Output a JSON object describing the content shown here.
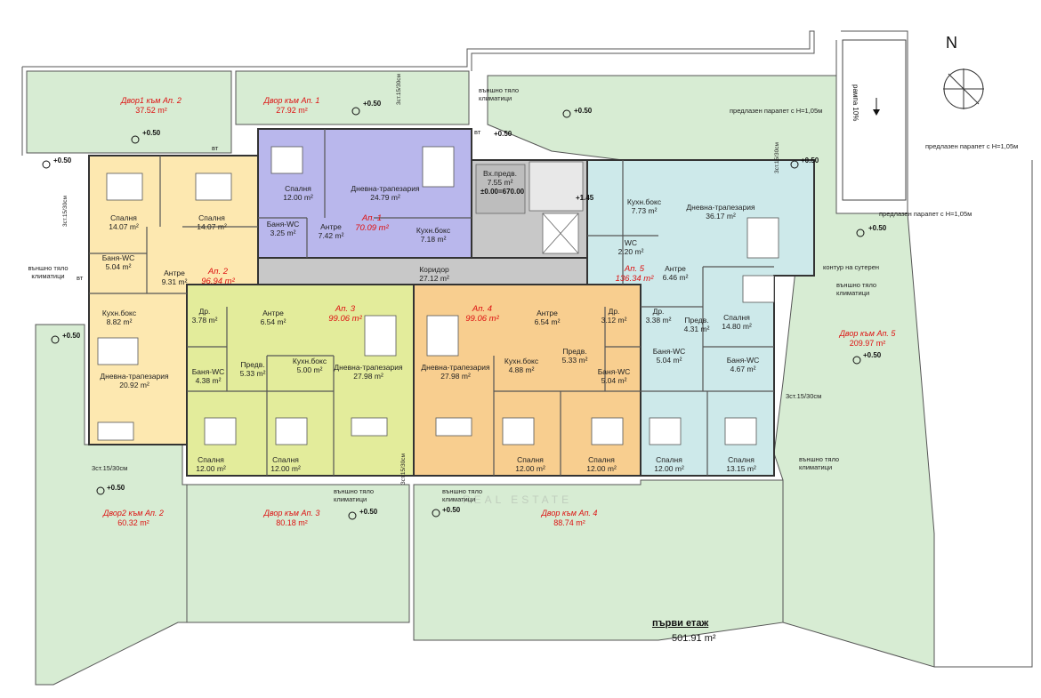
{
  "north_label": "N",
  "floor_name": "първи етаж",
  "floor_area": "501.91 m²",
  "ramp_label": "рампа 10%",
  "watermark": "REAL ESTATE",
  "colors": {
    "ap1": "#b9b7ec",
    "ap2": "#fde8b0",
    "ap3": "#e3ec9b",
    "ap4": "#f8ce8f",
    "ap5": "#cde9ea",
    "common": "#c8c8c8",
    "yard": "#d7ecd3"
  },
  "apartments": [
    {
      "name": "Ап. 1",
      "area": "70.09 m²"
    },
    {
      "name": "Ап. 2",
      "area": "96.94 m²"
    },
    {
      "name": "Ап. 3",
      "area": "99.06 m²"
    },
    {
      "name": "Ап. 4",
      "area": "99.06 m²"
    },
    {
      "name": "Ап. 5",
      "area": "136.34 m²"
    }
  ],
  "yards": [
    {
      "name": "Двор1 към Ап. 2",
      "area": "37.52 m²"
    },
    {
      "name": "Двор към Ап. 1",
      "area": "27.92 m²"
    },
    {
      "name": "Двор към Ап. 5",
      "area": "209.97 m²"
    },
    {
      "name": "Двор2 към Ап. 2",
      "area": "60.32 m²"
    },
    {
      "name": "Двор към Ап. 3",
      "area": "80.18 m²"
    },
    {
      "name": "Двор към Ап. 4",
      "area": "88.74 m²"
    }
  ],
  "rooms": [
    {
      "name": "Спалня",
      "area": "14.07 m²"
    },
    {
      "name": "Спалня",
      "area": "14.07 m²"
    },
    {
      "name": "Баня-WC",
      "area": "5.04 m²"
    },
    {
      "name": "Антре",
      "area": "9.31 m²"
    },
    {
      "name": "Кухн.бокс",
      "area": "8.82 m²"
    },
    {
      "name": "Дневна-трапезария",
      "area": "20.92 m²"
    },
    {
      "name": "Спалня",
      "area": "12.00 m²"
    },
    {
      "name": "Дневна-трапезария",
      "area": "24.79 m²"
    },
    {
      "name": "Баня-WC",
      "area": "3.25 m²"
    },
    {
      "name": "Антре",
      "area": "7.42 m²"
    },
    {
      "name": "Кухн.бокс",
      "area": "7.18 m²"
    },
    {
      "name": "Вх.предв.",
      "area": "7.55 m²"
    },
    {
      "name": "Коридор",
      "area": "27.12 m²"
    },
    {
      "name": "Др.",
      "area": "3.78 m²"
    },
    {
      "name": "Антре",
      "area": "6.54 m²"
    },
    {
      "name": "Баня-WC",
      "area": "4.38 m²"
    },
    {
      "name": "Предв.",
      "area": "5.33 m²"
    },
    {
      "name": "Кухн.бокс",
      "area": "5.00 m²"
    },
    {
      "name": "Дневна-трапезария",
      "area": "27.98 m²"
    },
    {
      "name": "Спалня",
      "area": "12.00 m²"
    },
    {
      "name": "Спалня",
      "area": "12.00 m²"
    },
    {
      "name": "Дневна-трапезария",
      "area": "27.98 m²"
    },
    {
      "name": "Кухн.бокс",
      "area": "4.88 m²"
    },
    {
      "name": "Антре",
      "area": "6.54 m²"
    },
    {
      "name": "Др.",
      "area": "3.12 m²"
    },
    {
      "name": "Предв.",
      "area": "5.33 m²"
    },
    {
      "name": "Баня-WC",
      "area": "5.04 m²"
    },
    {
      "name": "Спалня",
      "area": "12.00 m²"
    },
    {
      "name": "Спалня",
      "area": "12.00 m²"
    },
    {
      "name": "Кухн.бокс",
      "area": "7.73 m²"
    },
    {
      "name": "Дневна-трапезария",
      "area": "36.17 m²"
    },
    {
      "name": "WC",
      "area": "2.20 m²"
    },
    {
      "name": "Антре",
      "area": "6.46 m²"
    },
    {
      "name": "Др.",
      "area": "3.38 m²"
    },
    {
      "name": "Предв.",
      "area": "4.31 m²"
    },
    {
      "name": "Спалня",
      "area": "14.80 m²"
    },
    {
      "name": "Баня-WC",
      "area": "5.04 m²"
    },
    {
      "name": "Баня-WC",
      "area": "4.67 m²"
    },
    {
      "name": "Спалня",
      "area": "12.00 m²"
    },
    {
      "name": "Спалня",
      "area": "13.15 m²"
    }
  ],
  "levels": [
    "+0.50",
    "+0.50",
    "+0.50",
    "+0.50",
    "+0.50",
    "+0.50",
    "+0.50",
    "+0.50",
    "+0.50",
    "+0.50",
    "+0.50",
    "+0.50",
    "+1.45",
    "±0.00=670.00"
  ],
  "notes": {
    "ac": "външно тяло климатици",
    "parapet": "предлазен парапет с H=1,05м",
    "basement": "контур на сутерен",
    "stairs": "3ст.15/30см",
    "vt": "вт"
  }
}
